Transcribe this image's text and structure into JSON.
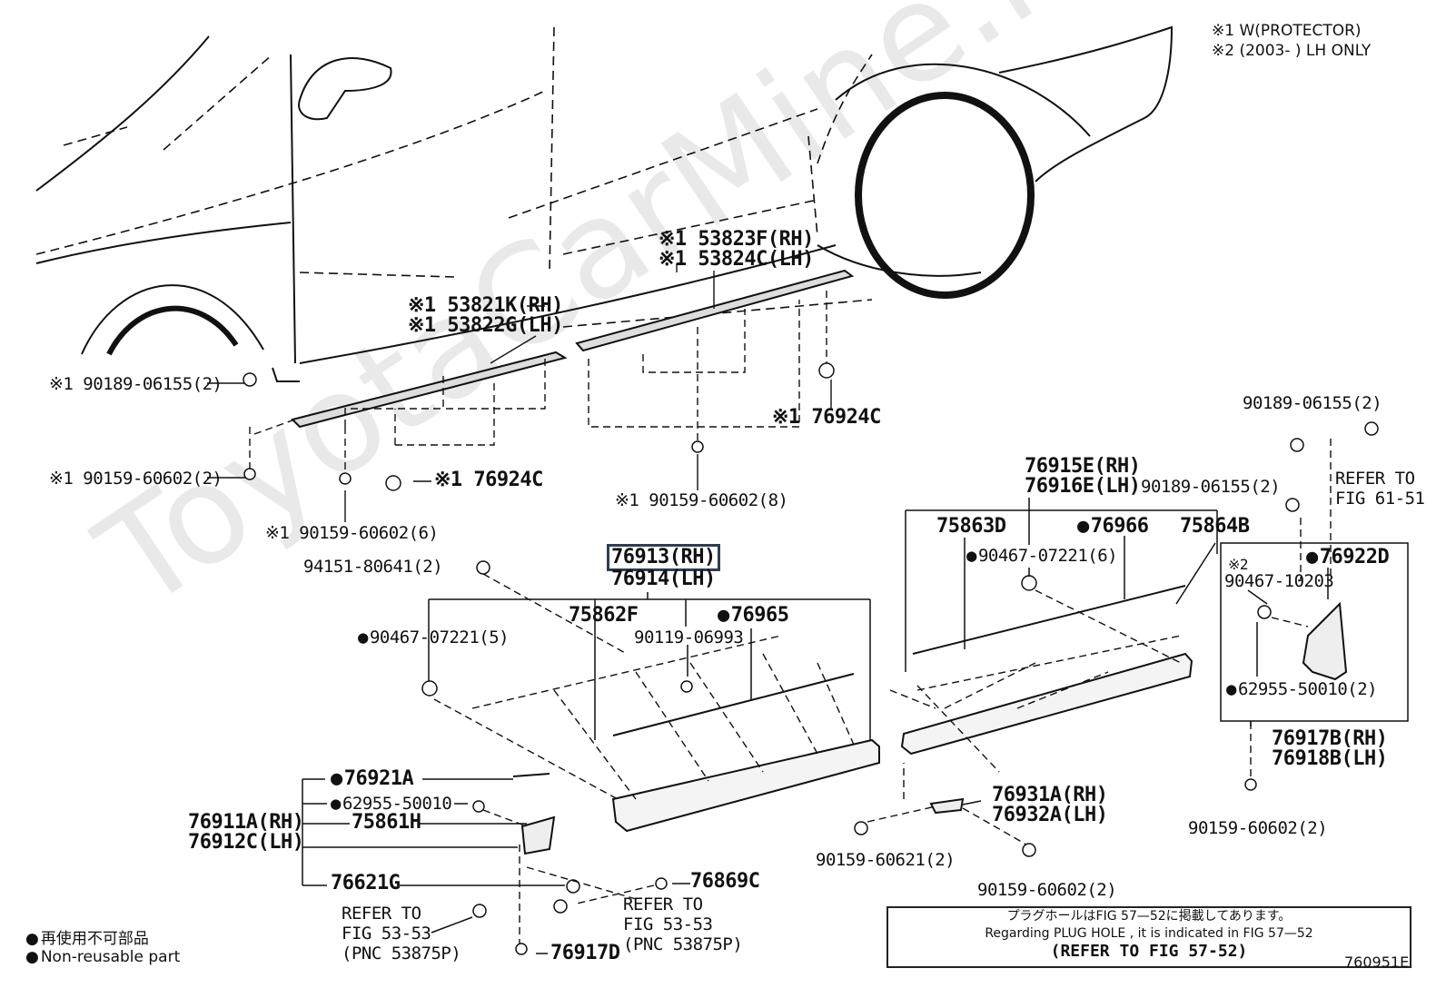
{
  "watermark": "ToyotaCarMine.ru",
  "notes": {
    "n1": "※1 W(PROTECTOR)",
    "n2": "※2 (2003-      ) LH ONLY"
  },
  "legend": {
    "jp": "再使用不可部品",
    "en": "Non-reusable part"
  },
  "figure_code": "760951E",
  "plug_note": {
    "jp": "プラグホールはFIG 57—52に掲載してあります。",
    "en": "Regarding  PLUG  HOLE , it is indicated in  FIG  57—52",
    "ref": "(REFER TO FIG 57-52)"
  },
  "labels": {
    "p53823F": "※1 53823F(RH)",
    "p53824C": "※1 53824C(LH)",
    "p53821K": "※1 53821K(RH)",
    "p53822G": "※1 53822G(LH)",
    "p90189_left": "※1 90189-06155(2)",
    "p90159_left": "※1 90159-60602(2)",
    "p90159_6": "※1 90159-60602(6)",
    "p76924C_a": "※1 76924C",
    "p76924C_b": "※1 76924C",
    "p90159_8": "※1 90159-60602(8)",
    "p94151": "94151-80641(2)",
    "p76913": "76913(RH)",
    "p76914": "76914(LH)",
    "p75862F": "75862F",
    "p76965": "76965",
    "p90467_5": "90467-07221(5)",
    "p90119": "90119-06993",
    "p76921A": "76921A",
    "p62955_a": "62955-50010",
    "p76911A": "76911A(RH)",
    "p76912C": "76912C(LH)",
    "p75861H": "75861H",
    "p76621G": "76621G",
    "p76869C": "76869C",
    "ref1_a": "REFER TO",
    "ref1_b": "FIG 53-53",
    "ref1_c": "(PNC 53875P)",
    "ref2_a": "REFER TO",
    "ref2_b": "FIG 53-53",
    "ref2_c": "(PNC 53875P)",
    "p76917D": "76917D",
    "p76915E": "76915E(RH)",
    "p76916E": "76916E(LH)",
    "p75863D": "75863D",
    "p76966": "76966",
    "p75864B": "75864B",
    "p90467_6": "90467-07221(6)",
    "p90189_r1": "90189-06155(2)",
    "p90189_r2": "90189-06155(2)",
    "ref3_a": "REFER TO",
    "ref3_b": "FIG 61-51",
    "n2_mark": "※2",
    "p90467_10203": "90467-10203",
    "p76922D": "76922D",
    "p62955_b": "62955-50010(2)",
    "p76917B": "76917B(RH)",
    "p76918B": "76918B(LH)",
    "p90159_r": "90159-60602(2)",
    "p76931A": "76931A(RH)",
    "p76932A": "76932A(LH)",
    "p90159_60621": "90159-60621(2)",
    "p90159_bot": "90159-60602(2)"
  }
}
